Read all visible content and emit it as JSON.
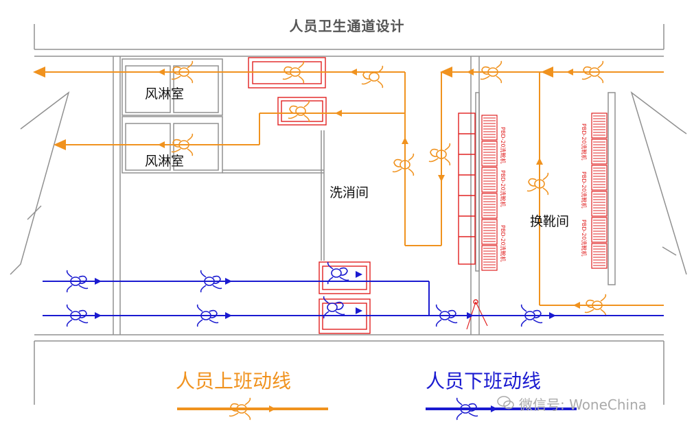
{
  "title": "人员卫生通道设计",
  "rooms": {
    "air_shower_1": "风淋室",
    "air_shower_2": "风淋室",
    "wash_room": "洗消间",
    "boot_change_room": "换靴间"
  },
  "machine_label": "PBD-20洗靴机",
  "legend": {
    "on_shift": "人员上班动线",
    "off_shift": "人员下班动线"
  },
  "watermark": "微信号: WoneChina",
  "colors": {
    "on_shift": "#f0921e",
    "off_shift": "#1a1ad0",
    "equipment": "#e02020",
    "wall": "#909090"
  }
}
